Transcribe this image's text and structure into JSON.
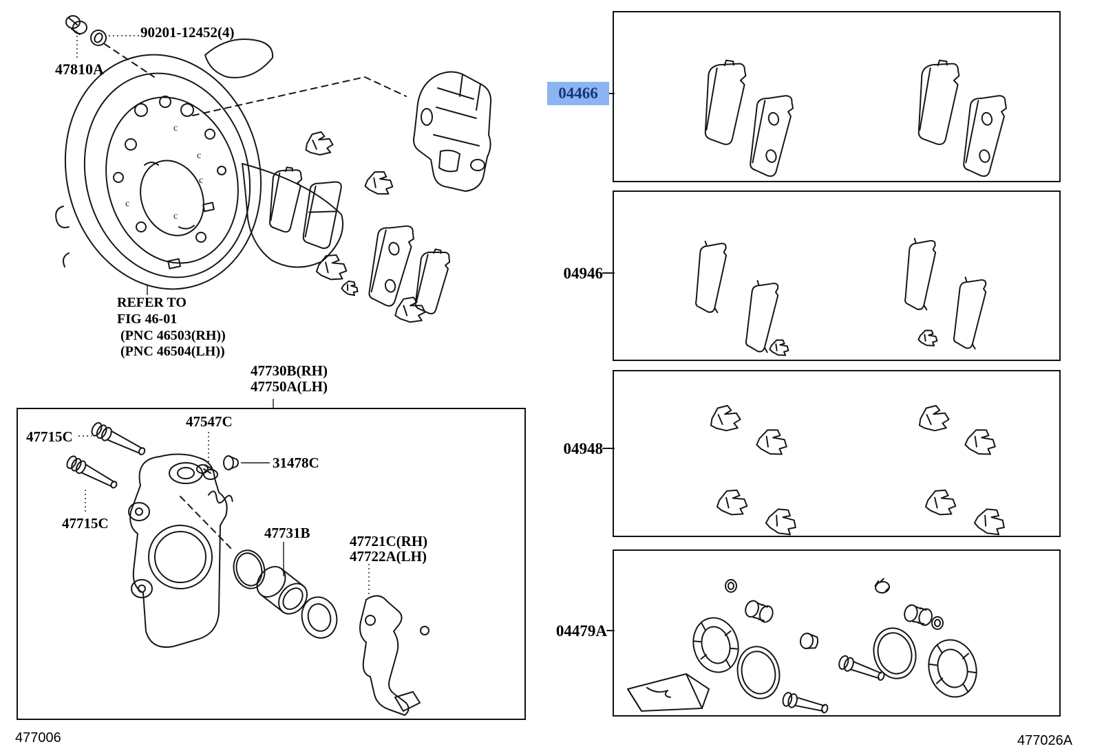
{
  "page": {
    "doc_number_left": "477006",
    "doc_number_right": "477026A",
    "background": "#ffffff"
  },
  "colors": {
    "line": "#161616",
    "text": "#000000",
    "highlight_bg": "#8cb4f0",
    "highlight_text": "#16357c"
  },
  "diagram": {
    "bolt_part": "90201-12452(4)",
    "dust_cover_part": "47810A",
    "refer_note": [
      "REFER TO",
      "FIG 46-01",
      "(PNC 46503(RH))",
      "(PNC 46504(LH))"
    ],
    "plate_marks": [
      "c",
      "c",
      "c",
      "c",
      "c"
    ],
    "assembly": {
      "rh": "47730B(RH)",
      "lh": "47750A(LH)"
    },
    "caliper_parts": {
      "slide_pin_upper": "47715C",
      "bleeder": "47547C",
      "cap": "31478C",
      "slide_pin_lower": "47715C",
      "piston": "47731B",
      "bracket_rh": "47721C(RH)",
      "bracket_lh": "47722A(LH)"
    }
  },
  "kits": [
    {
      "code": "04466",
      "highlighted": true
    },
    {
      "code": "04946",
      "highlighted": false
    },
    {
      "code": "04948",
      "highlighted": false
    },
    {
      "code": "04479A",
      "highlighted": false
    }
  ]
}
